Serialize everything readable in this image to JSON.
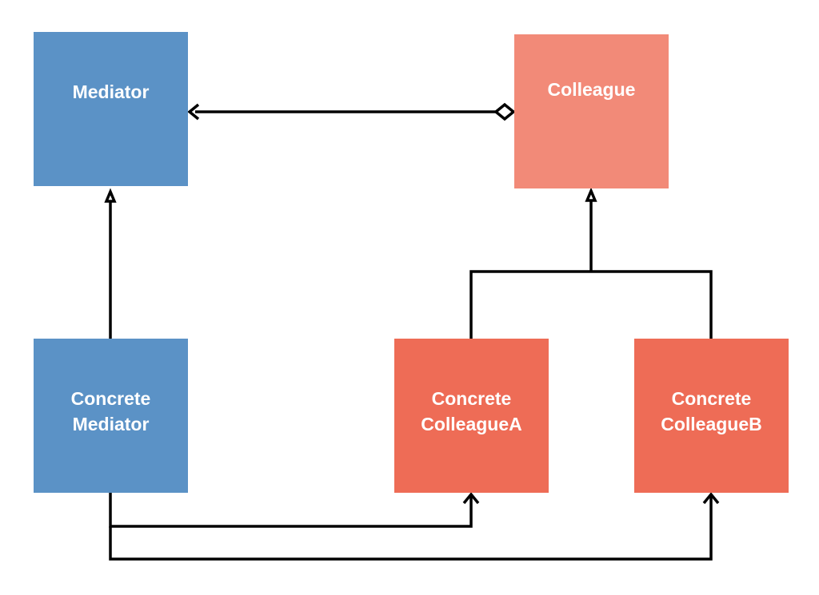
{
  "nodes": {
    "mediator": {
      "line1": "Mediator"
    },
    "colleague": {
      "line1": "Colleague"
    },
    "concrete_mediator": {
      "line1": "Concrete",
      "line2": "Mediator"
    },
    "colleague_a": {
      "line1": "Concrete",
      "line2": "ColleagueA"
    },
    "colleague_b": {
      "line1": "Concrete",
      "line2": "ColleagueB"
    }
  },
  "colors": {
    "mediator_blue": "#5b92c6",
    "colleague_light": "#f28a78",
    "concrete_colleague": "#ee6c56",
    "line": "#000000"
  },
  "relations": [
    {
      "from": "colleague",
      "to": "mediator",
      "type": "aggregation-association"
    },
    {
      "from": "concrete_mediator",
      "to": "mediator",
      "type": "inheritance"
    },
    {
      "from": "colleague_a",
      "to": "colleague",
      "type": "inheritance"
    },
    {
      "from": "colleague_b",
      "to": "colleague",
      "type": "inheritance"
    },
    {
      "from": "concrete_mediator",
      "to": "colleague_a",
      "type": "association"
    },
    {
      "from": "concrete_mediator",
      "to": "colleague_b",
      "type": "association"
    }
  ]
}
